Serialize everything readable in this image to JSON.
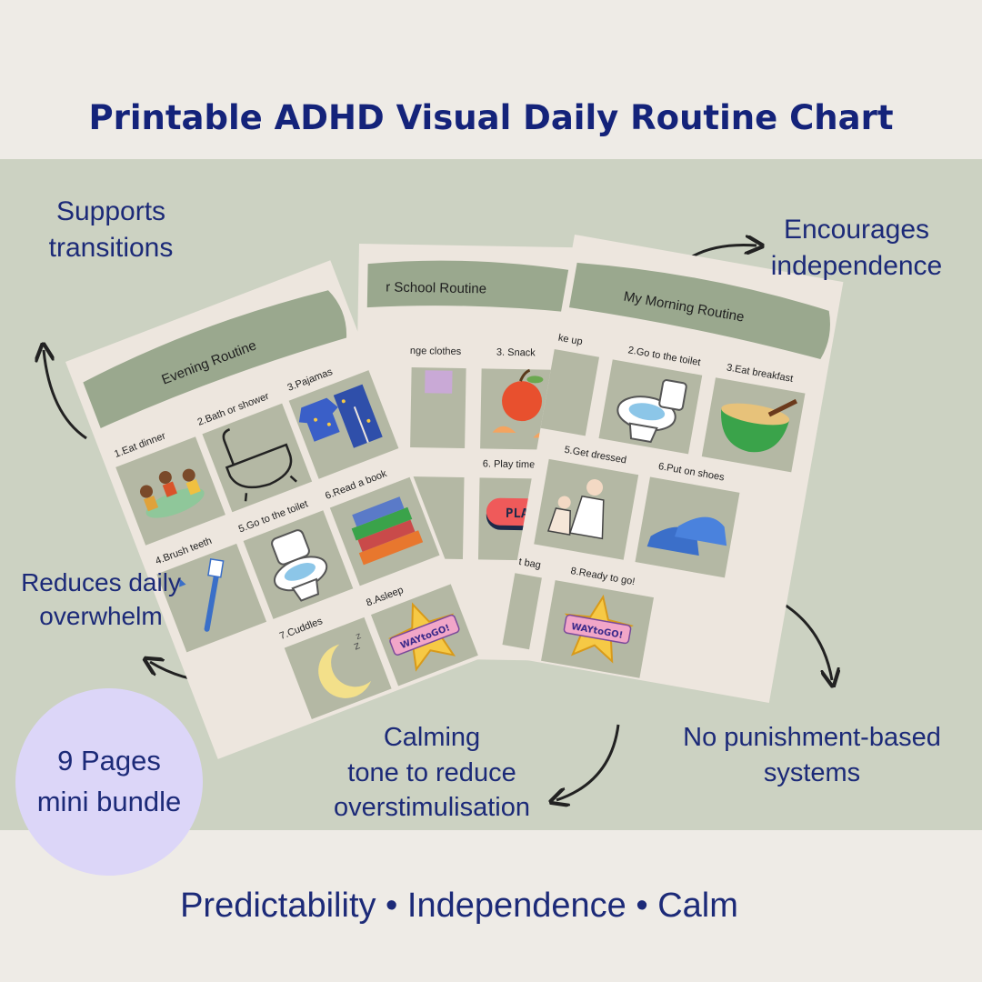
{
  "title": "Printable ADHD Visual Daily Routine Chart",
  "features": {
    "supports": [
      "Supports",
      "transitions"
    ],
    "encourages": [
      "Encourages",
      "independence"
    ],
    "reduces": [
      "Reduces daily",
      "overwhelm"
    ],
    "calming": [
      "Calming",
      "tone to reduce",
      "overstimulisation"
    ],
    "no_punishment": [
      "No punishment-based",
      "systems"
    ]
  },
  "badge": [
    "9 Pages",
    "mini bundle"
  ],
  "tagline": "Predictability • Independence • Calm",
  "cards": {
    "evening": {
      "title": "Evening Routine",
      "items": [
        "1.Eat dinner",
        "2.Bath or shower",
        "3.Pajamas",
        "4.Brush teeth",
        "5.Go to the toilet",
        "6.Read a book",
        "7.Cuddles",
        "8.Asleep"
      ]
    },
    "school": {
      "title": "r School Routine",
      "items": [
        "nge clothes",
        "3.  Snack",
        "6. Play time"
      ],
      "play_label": "PLAY"
    },
    "morning": {
      "title": "My Morning Routine",
      "items": [
        "ke up",
        "2.Go to the toilet",
        "3.Eat breakfast",
        "5.Get dressed",
        "6.Put on shoes",
        "t bag",
        "8.Ready to go!"
      ]
    },
    "sticker_text": "WAYtoGO!"
  },
  "colors": {
    "navy": "#1c2a78",
    "band": "#ccd2c2",
    "background": "#eeebe6",
    "card": "#ede6de",
    "tile": "#b4b8a4",
    "banner": "#9aa88e",
    "badge": "#dcd6f8"
  },
  "icons": [
    "arrow-curved-icon",
    "bathtub-icon",
    "pajamas-icon",
    "toothbrush-icon",
    "toilet-icon",
    "books-icon",
    "moon-icon",
    "star-sticker-icon",
    "apple-icon",
    "cereal-bowl-icon",
    "shoes-icon"
  ]
}
